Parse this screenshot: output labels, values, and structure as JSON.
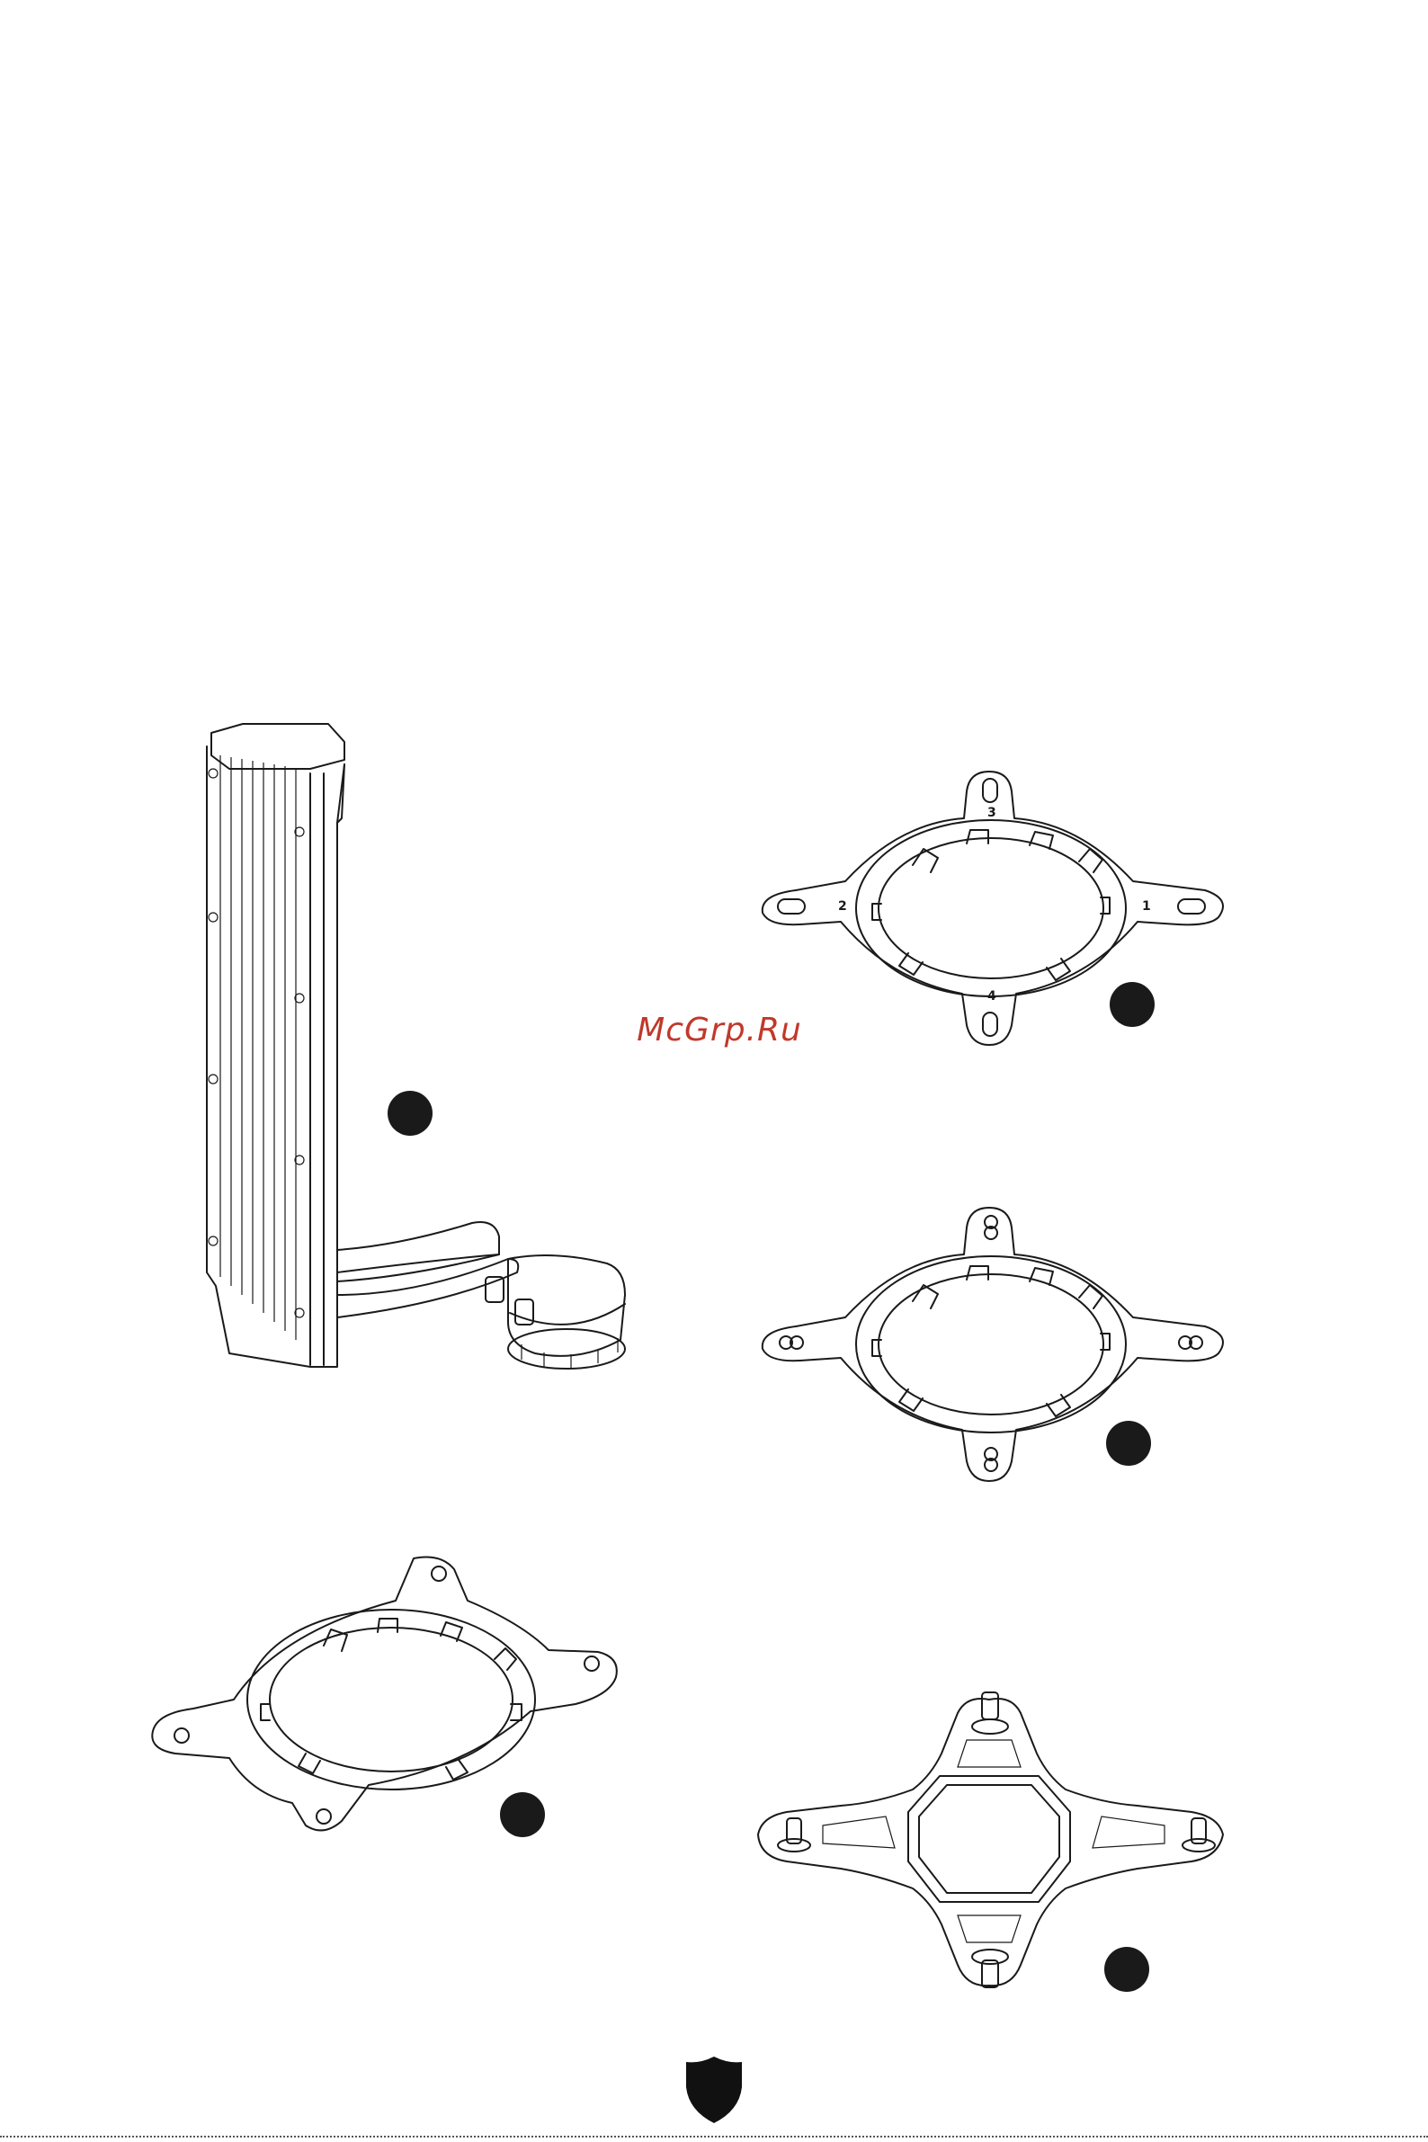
{
  "watermark": "McGrp.Ru",
  "bracket_a_labels": [
    "3",
    "2",
    "1",
    "4"
  ],
  "icons": {
    "radiator": "radiator-pump-assembly-illustration",
    "bracket_a": "numbered-mounting-bracket-illustration",
    "bracket_b": "mounting-bracket-illustration",
    "bracket_c": "mounting-bracket-illustration",
    "backplate": "backplate-illustration",
    "logo": "shield-logo"
  }
}
